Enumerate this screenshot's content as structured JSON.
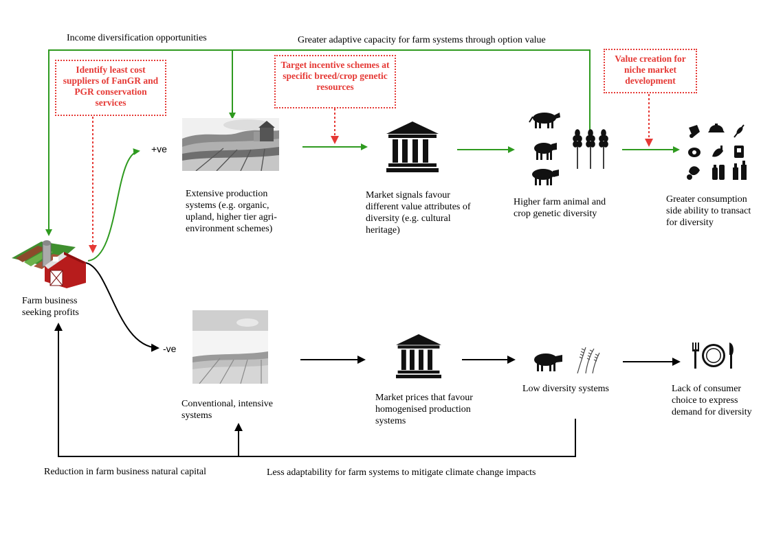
{
  "top_labels": {
    "income": "Income diversification opportunities",
    "adaptive": "Greater adaptive capacity for farm systems through option value"
  },
  "interventions": {
    "least_cost": "Identify least cost suppliers of FanGR and PGR conservation services",
    "target_incentive": "Target incentive schemes at specific breed/crop genetic resources",
    "value_creation": "Value creation for niche market development"
  },
  "signs": {
    "positive": "+ve",
    "negative": "-ve"
  },
  "nodes": {
    "farm": "Farm business seeking profits",
    "extensive": "Extensive production systems (e.g. organic, upland, higher tier agri-environment schemes)",
    "market_signals": "Market signals favour different value attributes of diversity (e.g. cultural heritage)",
    "higher_diversity": "Higher farm animal and crop genetic diversity",
    "greater_consumption": "Greater consumption side ability to transact for diversity",
    "conventional": "Conventional, intensive systems",
    "market_prices": "Market prices that favour homogenised production systems",
    "low_diversity": "Low diversity systems",
    "lack_choice": "Lack of consumer choice to express demand for diversity"
  },
  "bottom_labels": {
    "natural_capital": "Reduction in farm business natural capital",
    "less_adaptability": "Less adaptability for farm systems to mitigate climate change impacts"
  },
  "colors": {
    "positive_path": "#2e9a1f",
    "intervention": "#e53935",
    "negative_path": "#000000"
  },
  "icons": [
    "farm-barn-icon",
    "extensive-landscape-icon",
    "market-building-icon",
    "cattle-icon",
    "wheat-icon",
    "food-products-icon",
    "intensive-landscape-icon",
    "plate-cutlery-icon"
  ]
}
